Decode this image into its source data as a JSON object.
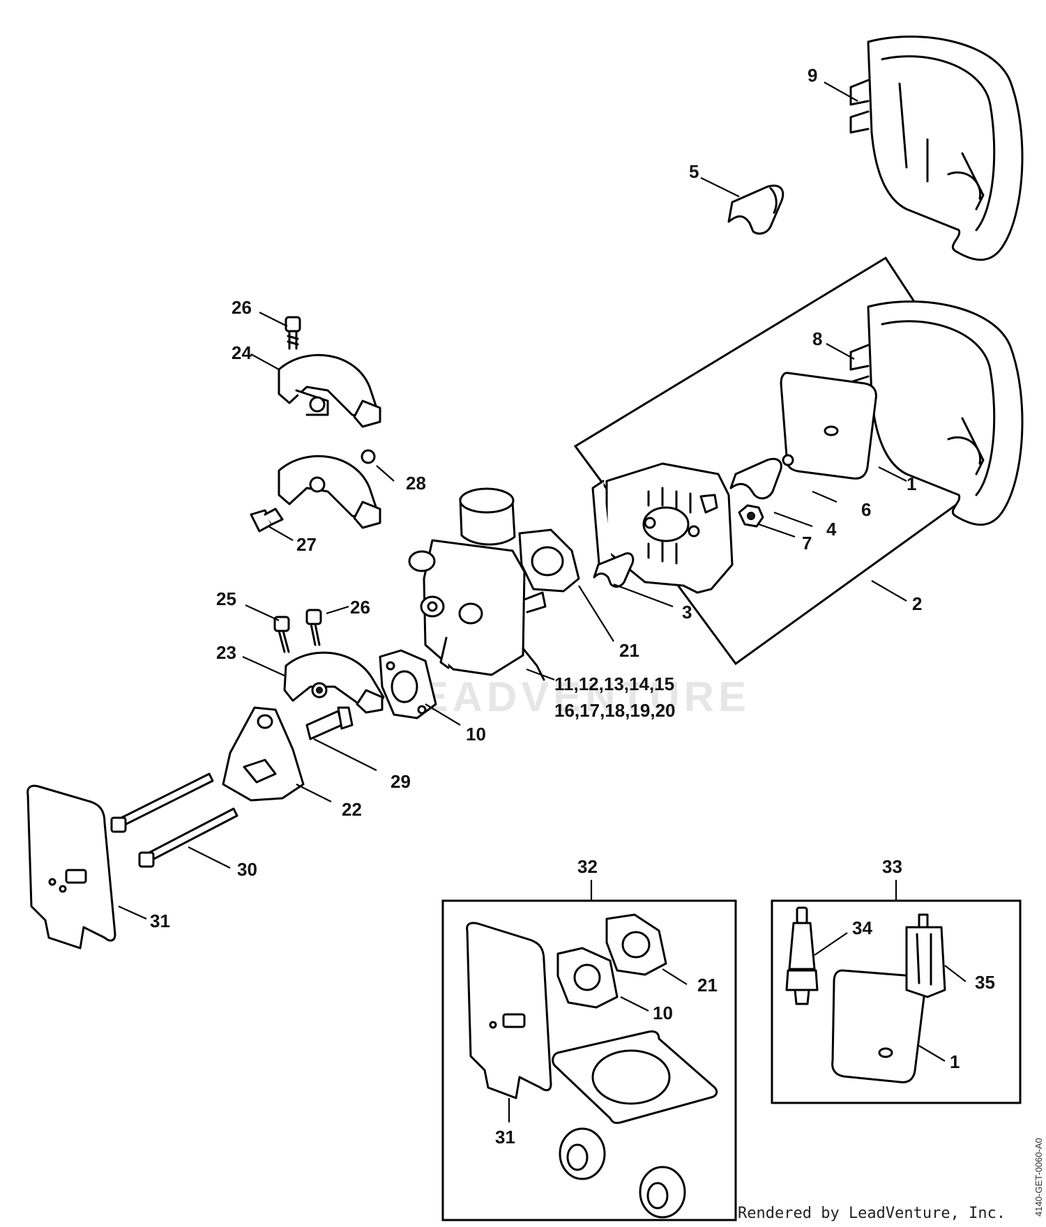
{
  "callouts": {
    "c1a": "1",
    "c1b": "1",
    "c2": "2",
    "c3": "3",
    "c4": "4",
    "c5": "5",
    "c6": "6",
    "c7": "7",
    "c8": "8",
    "c9": "9",
    "c10a": "10",
    "c10b": "10",
    "c11_15": "11,12,13,14,15",
    "c16_20": "16,17,18,19,20",
    "c21a": "21",
    "c21b": "21",
    "c22": "22",
    "c23": "23",
    "c24": "24",
    "c25": "25",
    "c26a": "26",
    "c26b": "26",
    "c27": "27",
    "c28": "28",
    "c29": "29",
    "c30": "30",
    "c31a": "31",
    "c31b": "31",
    "c32": "32",
    "c33": "33",
    "c34": "34",
    "c35": "35"
  },
  "watermark": "LEADVENTURE",
  "footer": {
    "credit": "Rendered by LeadVenture, Inc.",
    "drawing_id": "4140-GET-0060-A0"
  }
}
